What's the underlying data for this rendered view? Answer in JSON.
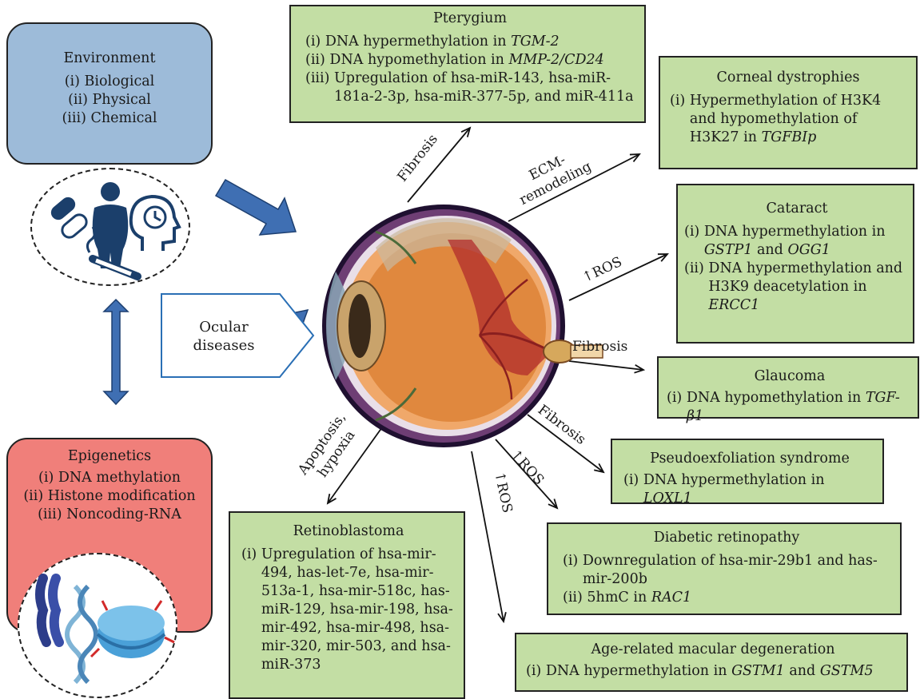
{
  "environment": {
    "title": "Environment",
    "items": [
      "(i) Biological",
      "(ii) Physical",
      "(iii) Chemical"
    ]
  },
  "epigenetics": {
    "title": "Epigenetics",
    "items": [
      "(i) DNA methylation",
      "(ii) Histone modification",
      "(iii) Noncoding-RNA"
    ]
  },
  "ocular": {
    "label": "Ocular diseases"
  },
  "edge_labels": {
    "fibrosis_top": "Fibrosis",
    "ecm": "ECM-remodeling",
    "ros_cataract": "↑ROS",
    "fibrosis_glaucoma": "Fibrosis",
    "fibrosis_pex": "Fibrosis",
    "ros_dr": "↑ROS",
    "ros_amd": "↑ROS",
    "apoptosis": "Apoptosis, hypoxia"
  },
  "pterygium": {
    "title": "Pterygium",
    "items": [
      {
        "num": "(i) ",
        "pre": "DNA hypermethylation in ",
        "gene": "TGM-2",
        "post": ""
      },
      {
        "num": "(ii) ",
        "pre": "DNA hypomethylation in ",
        "gene": "MMP-2/CD24",
        "post": ""
      },
      {
        "num": "(iii) ",
        "pre": "Upregulation of hsa-miR-143, hsa-miR-181a-2-3p, hsa-miR-377-5p, and miR-411a",
        "gene": "",
        "post": ""
      }
    ]
  },
  "corneal": {
    "title": "Corneal dystrophies",
    "items": [
      {
        "num": "(i) ",
        "pre": "Hypermethylation of H3K4 and hypomethylation of H3K27 in ",
        "gene": "TGFBIp",
        "post": ""
      }
    ]
  },
  "cataract": {
    "title": "Cataract",
    "items": [
      {
        "num": "(i) ",
        "pre": "DNA hypermethylation in ",
        "gene": "GSTP1",
        "post": " and ",
        "gene2": "OGG1"
      },
      {
        "num": "(ii) ",
        "pre": "DNA hypermethylation and H3K9 deacetylation in ",
        "gene": "ERCC1",
        "post": ""
      }
    ]
  },
  "glaucoma": {
    "title": "Glaucoma",
    "items": [
      {
        "num": "(i) ",
        "pre": "DNA hypomethylation in ",
        "gene": "TGF-β1",
        "post": ""
      }
    ]
  },
  "pex": {
    "title": "Pseudoexfoliation syndrome",
    "items": [
      {
        "num": "(i) ",
        "pre": "DNA hypermethylation in ",
        "gene": "LOXL1",
        "post": ""
      }
    ]
  },
  "dr": {
    "title": "Diabetic retinopathy",
    "items": [
      {
        "num": "(i) ",
        "pre": "Downregulation of hsa-mir-29b1 and has-mir-200b",
        "gene": "",
        "post": ""
      },
      {
        "num": "(ii) ",
        "pre": "5hmC in ",
        "gene": "RAC1",
        "post": ""
      }
    ]
  },
  "amd": {
    "title": "Age-related macular degeneration",
    "items": [
      {
        "num": "(i) ",
        "pre": "DNA hypermethylation in ",
        "gene": "GSTM1",
        "post": " and ",
        "gene2": "GSTM5"
      }
    ]
  },
  "retinoblastoma": {
    "title": "Retinoblastoma",
    "items": [
      {
        "num": "(i) ",
        "pre": "Upregulation of hsa-mir-494, has-let-7e, hsa-mir-513a-1, hsa-mir-518c, has-miR-129, hsa-mir-198, hsa-mir-492, hsa-mir-498, hsa-mir-320, mir-503, and hsa-miR-373",
        "gene": "",
        "post": ""
      }
    ]
  },
  "colors": {
    "environment": "#9dbbd9",
    "epigenetics": "#f07f7a",
    "disease_box": "#c3dea4",
    "arrow_blue": "#3f6fb3"
  }
}
